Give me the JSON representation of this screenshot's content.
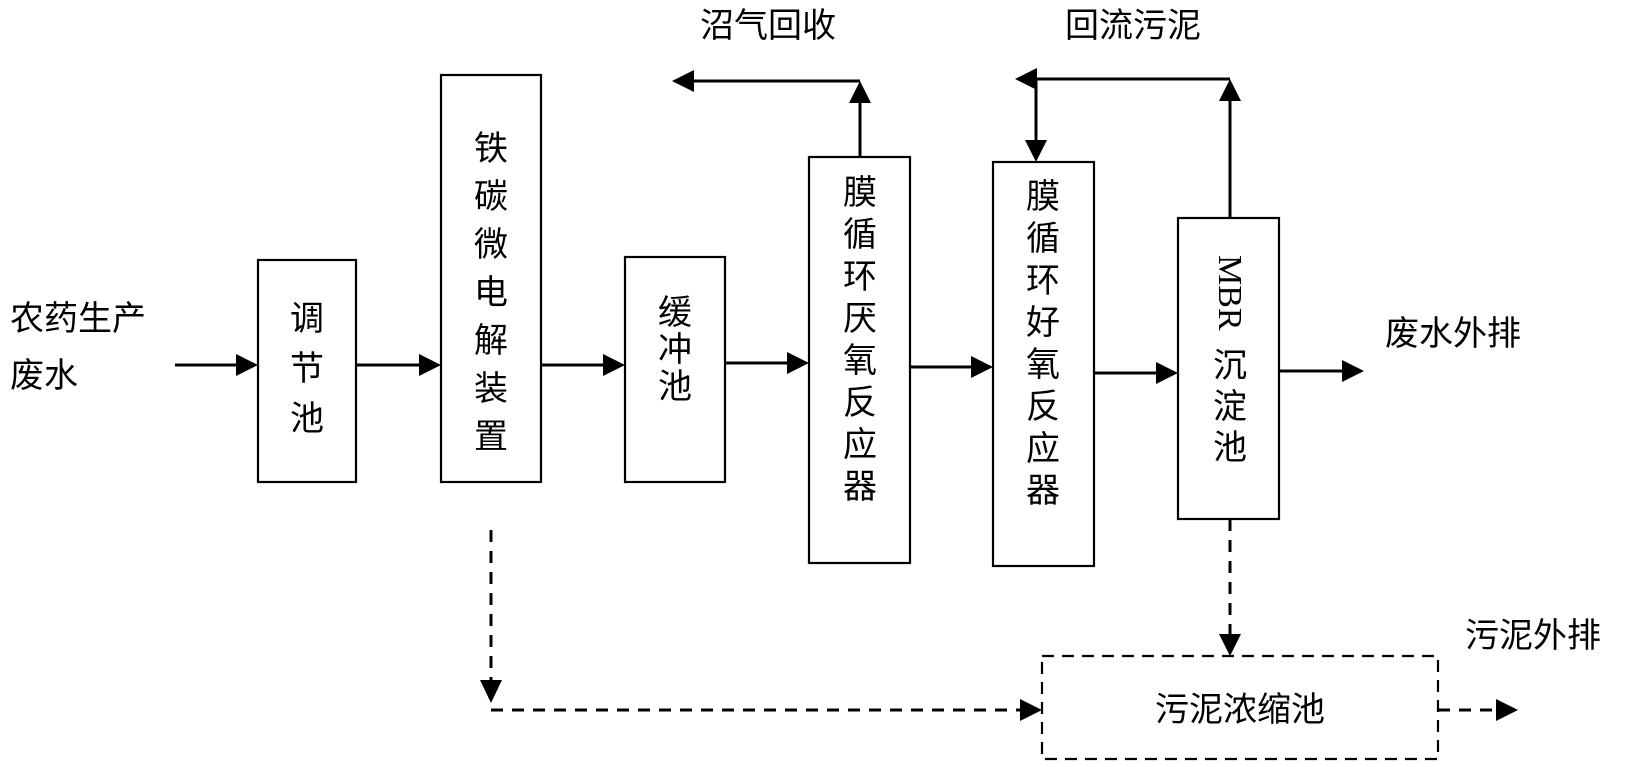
{
  "diagram": {
    "inputs": {
      "raw_wastewater_line1": "农药生产",
      "raw_wastewater_line2": "废水"
    },
    "units": {
      "equalization_tank": [
        "调",
        "节",
        "池"
      ],
      "fe_c_microelectrolysis": [
        "铁",
        "碳",
        "微",
        "电",
        "解",
        "装",
        "置"
      ],
      "buffer_tank": [
        "缓",
        "冲",
        "池"
      ],
      "membrane_anaerobic_reactor": [
        "膜",
        "循",
        "环",
        "厌",
        "氧",
        "反",
        "应",
        "器"
      ],
      "membrane_aerobic_reactor": [
        "膜",
        "循",
        "环",
        "好",
        "氧",
        "反",
        "应",
        "器"
      ],
      "mbr_sedimentation_tank_latin": "MBR",
      "mbr_sedimentation_tank_cjk": [
        "沉",
        "淀",
        "池"
      ],
      "sludge_thickener": "污泥浓缩池"
    },
    "outputs": {
      "biogas_recovery": "沼气回收",
      "return_sludge": "回流污泥",
      "effluent_discharge": "废水外排",
      "sludge_discharge": "污泥外排"
    }
  }
}
